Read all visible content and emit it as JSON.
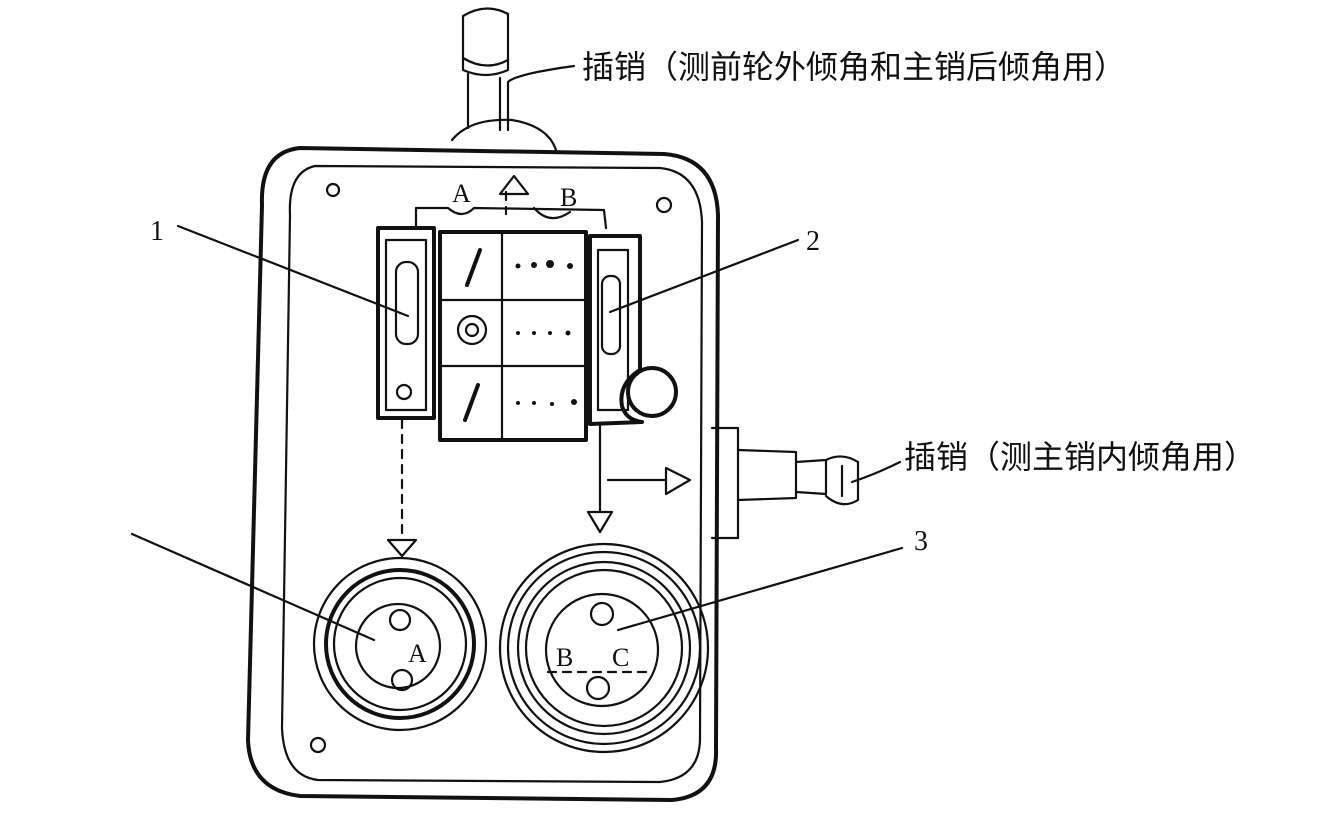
{
  "labels": {
    "pin_top": "插销（测前轮外倾角和主销后倾角用）",
    "pin_side": "插销（测主销内倾角用）",
    "part_1": "1",
    "part_2": "2",
    "part_3": "3",
    "marker_top_a": "A",
    "marker_top_b": "B",
    "dial_left_a": "A",
    "dial_right_b": "B",
    "dial_right_c": "C"
  }
}
